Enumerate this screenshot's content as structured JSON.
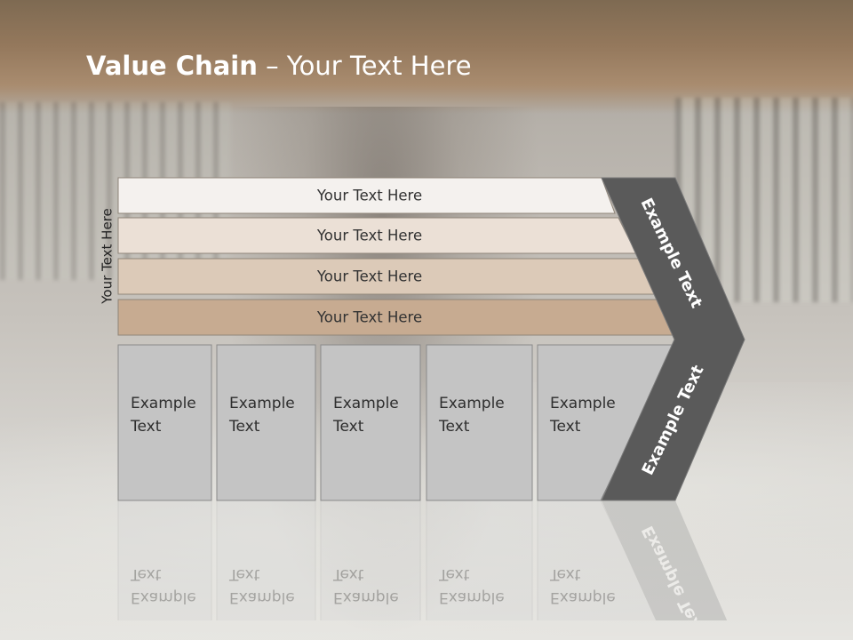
{
  "title": {
    "bold": "Value Chain",
    "rest": " – Your Text Here"
  },
  "side_label": "Your Text Here",
  "bars": [
    {
      "label": "Your Text Here",
      "fill": "#f4f1ee"
    },
    {
      "label": "Your Text Here",
      "fill": "#ebe0d6"
    },
    {
      "label": "Your Text Here",
      "fill": "#dccab8"
    },
    {
      "label": "Your Text Here",
      "fill": "#c7ab91"
    }
  ],
  "boxes": [
    {
      "line1": "Example",
      "line2": "Text"
    },
    {
      "line1": "Example",
      "line2": "Text"
    },
    {
      "line1": "Example",
      "line2": "Text"
    },
    {
      "line1": "Example",
      "line2": "Text"
    },
    {
      "line1": "Example",
      "line2": "Text"
    }
  ],
  "chevron": {
    "top_label": "Example Text",
    "bottom_label": "Example Text",
    "fill": "#5a5a5a"
  },
  "colors": {
    "box_fill": "#c4c4c4",
    "box_stroke": "#8a8a8a",
    "title": "#ffffff"
  }
}
